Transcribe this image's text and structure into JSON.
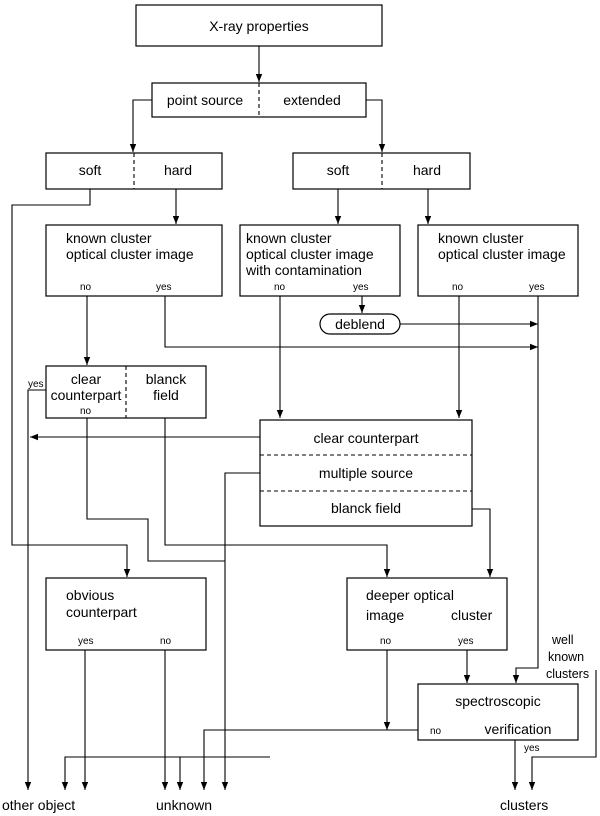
{
  "nodes": {
    "xray": "X-ray properties",
    "point_source": "point source",
    "extended": "extended",
    "left_soft": "soft",
    "left_hard": "hard",
    "right_soft": "soft",
    "right_hard": "hard",
    "kc1": [
      "known cluster",
      "optical cluster image"
    ],
    "kc2": [
      "known cluster",
      "optical cluster image",
      "with contamination"
    ],
    "kc3": [
      "known cluster",
      "optical cluster image"
    ],
    "deblend": "deblend",
    "clear_cp": [
      "clear",
      "counterpart"
    ],
    "blanck_field_left": [
      "blanck",
      "field"
    ],
    "r_clear": "clear counterpart",
    "r_multiple": "multiple source",
    "r_blanck": "blanck field",
    "obvious": [
      "obvious",
      "counterpart"
    ],
    "deeper": [
      "deeper optical",
      "image",
      "cluster"
    ],
    "spectro": [
      "spectroscopic",
      "verification"
    ],
    "well_known": [
      "well",
      "known",
      "clusters"
    ]
  },
  "labels": {
    "no": "no",
    "yes": "yes"
  },
  "outputs": {
    "other": "other object",
    "unknown": "unknown",
    "clusters": "clusters"
  }
}
